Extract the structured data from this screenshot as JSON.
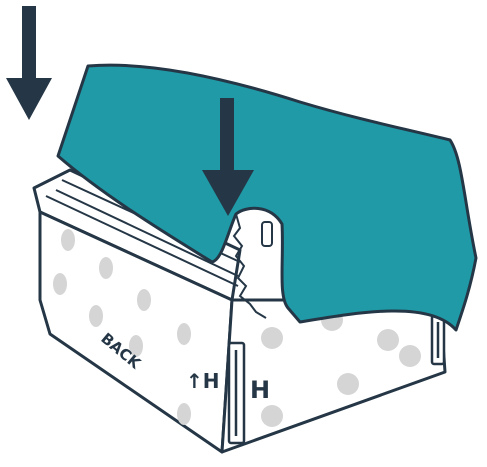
{
  "diagram": {
    "labels": {
      "back": "BACK",
      "height_mark": "H",
      "height_arrow_mark": "↑H"
    },
    "colors": {
      "outline": "#253746",
      "cover": "#1f9aa6",
      "body": "#ffffff",
      "dots": "#d5d5d5",
      "arrow": "#253746"
    },
    "icons": [
      "down-arrow-icon",
      "down-arrow-icon"
    ]
  }
}
